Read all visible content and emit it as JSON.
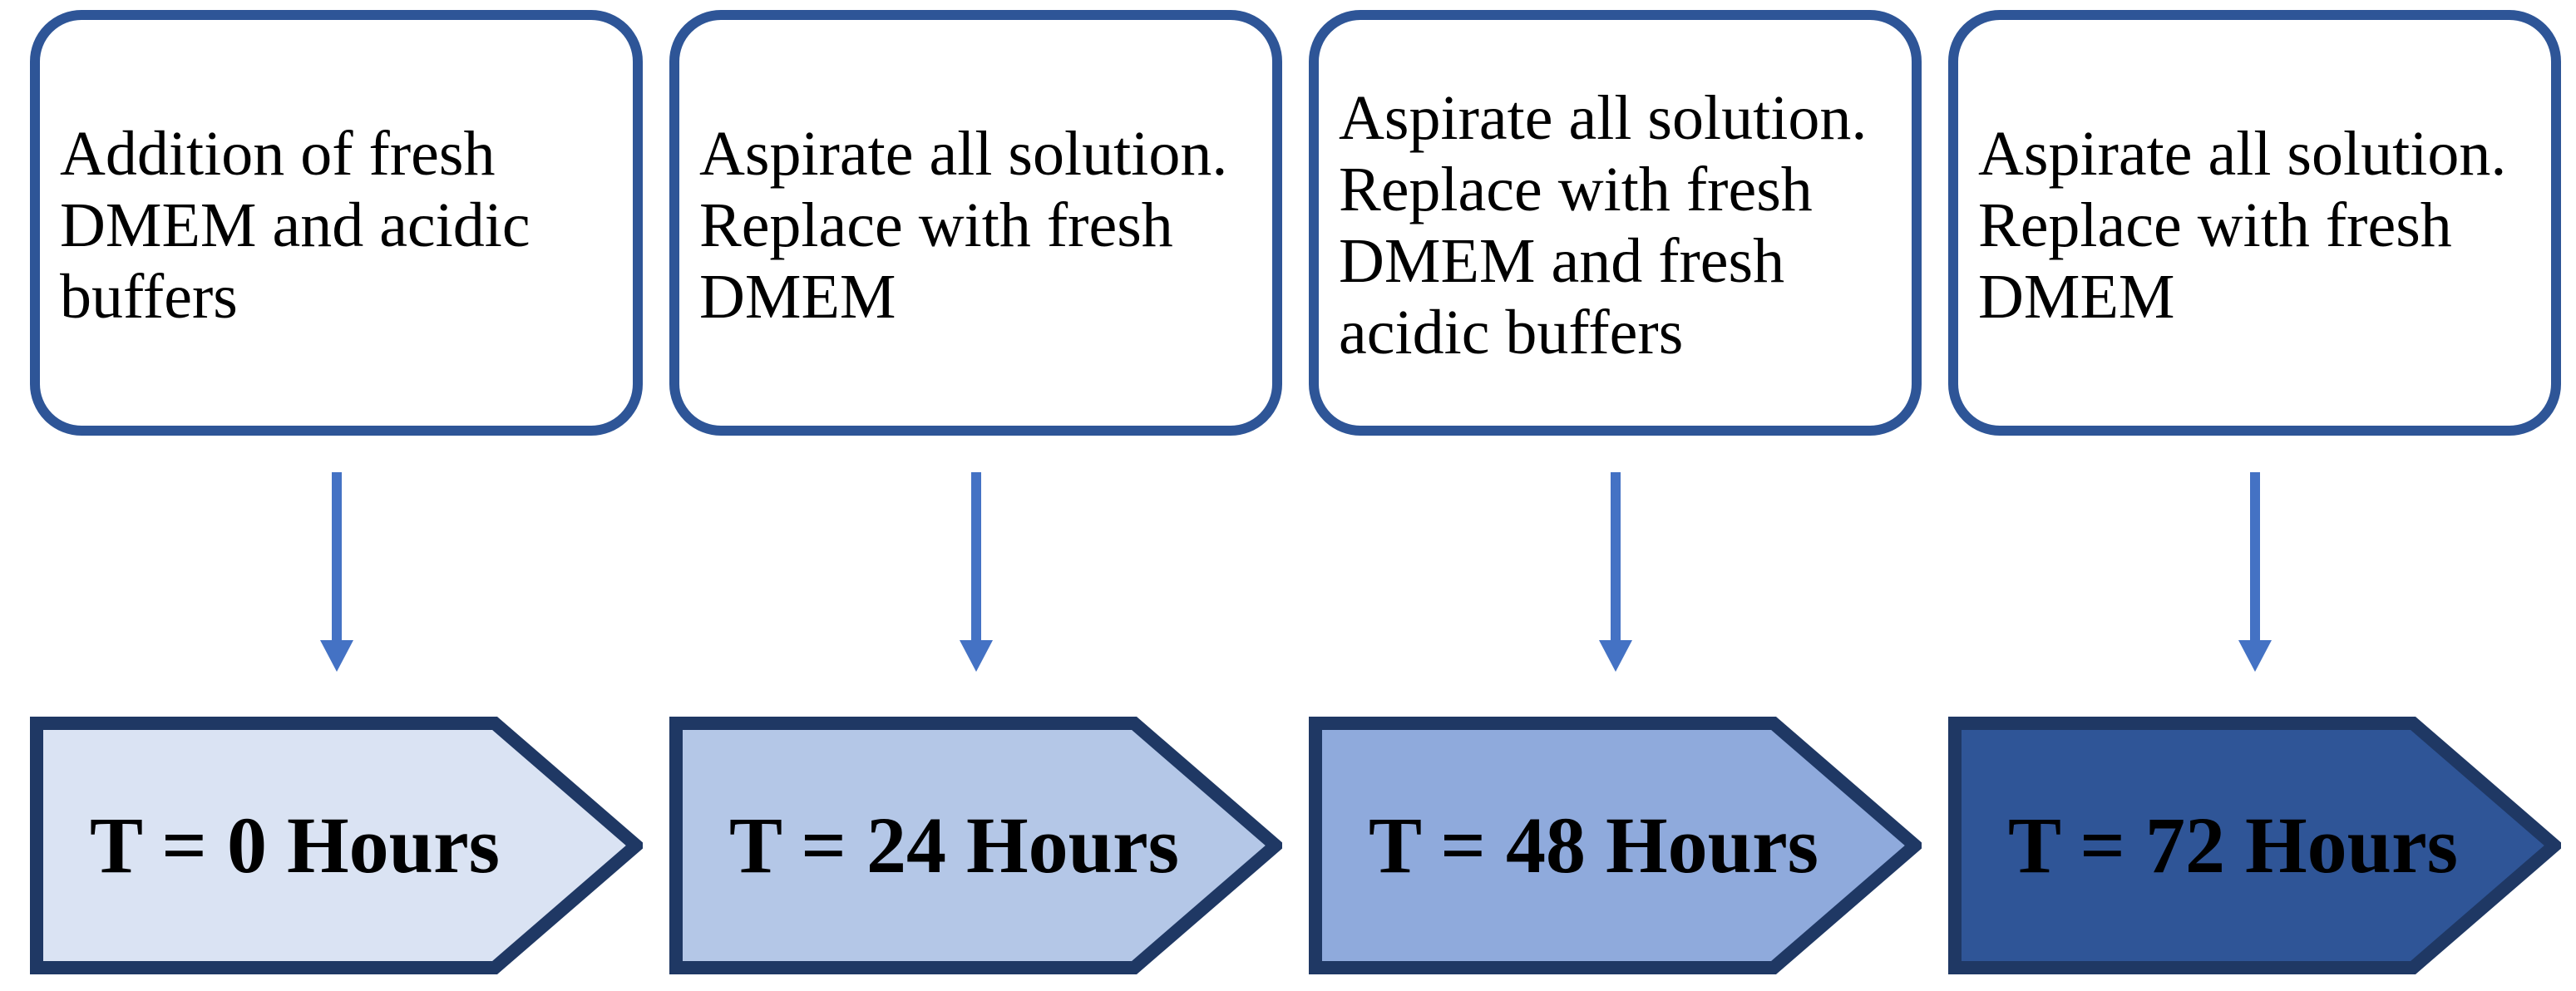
{
  "diagram": {
    "columns": [
      {
        "note": "Addition of fresh\nDMEM and acidic\nbuffers",
        "label": "T = 0 Hours",
        "fill": "#DAE3F3"
      },
      {
        "note": "Aspirate all solution.\nReplace with fresh\nDMEM",
        "label": "T = 24 Hours",
        "fill": "#B4C7E7"
      },
      {
        "note": "Aspirate all solution.\nReplace with fresh\nDMEM and fresh\nacidic buffers",
        "label": "T = 48 Hours",
        "fill": "#8FAADC"
      },
      {
        "note": "Aspirate all solution.\nReplace with fresh\nDMEM",
        "label": "T = 72 Hours",
        "fill": "#2F5597"
      }
    ],
    "colors": {
      "box_border": "#2E5597",
      "arrow": "#4472C4",
      "chevron_border": "#1F3864"
    }
  }
}
